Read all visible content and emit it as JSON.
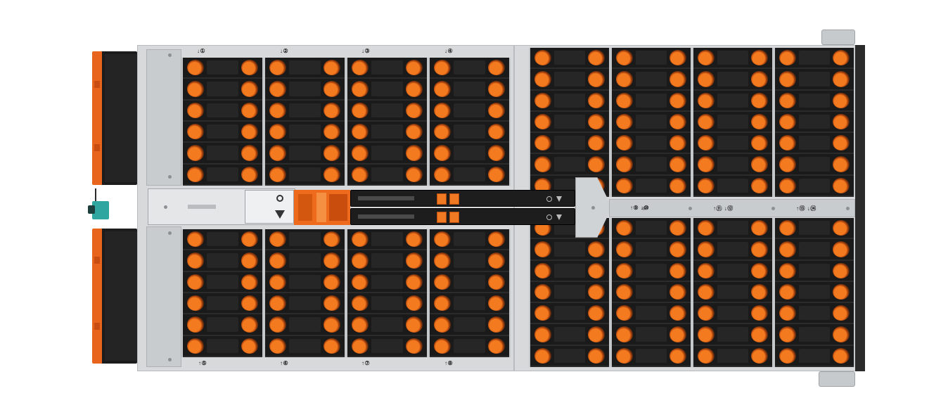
{
  "bay_labels": {
    "top_left": [
      "↓①",
      "↓②",
      "↓③",
      "↓④"
    ],
    "bottom_left": [
      "↑⑤",
      "↑⑥",
      "↑⑦",
      "↑⑧"
    ],
    "right_rail": [
      "↑⑨ ↓⑩",
      "↑⑪ ↓⑫",
      "↑⑬ ↓⑭"
    ]
  },
  "colors": {
    "latch": "#f47a20",
    "drive_body": "#1a1a1a",
    "chassis": "#d7d9db",
    "connector": "#2fa6a0"
  }
}
